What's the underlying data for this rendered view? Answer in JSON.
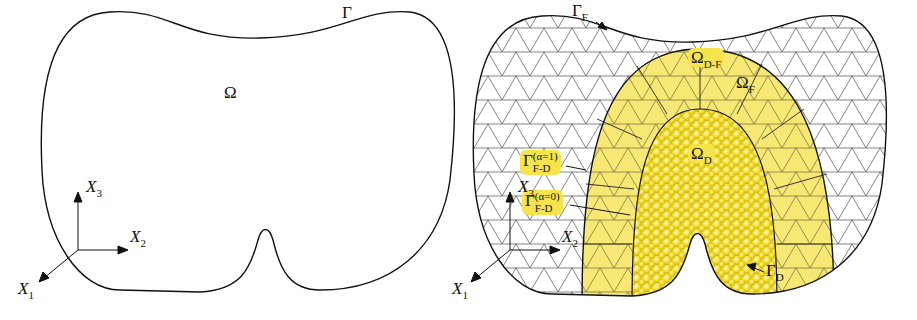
{
  "diagram": {
    "labels": [
      "Γ",
      "Ω",
      "X3",
      "X2",
      "X1",
      "ΓF",
      "ΩF",
      "ΩD-F",
      "Γ(α=1)F-D",
      "ΩD",
      "Γ(α=0)F-D",
      "X3",
      "X2",
      "X1",
      "ΓD"
    ]
  }
}
